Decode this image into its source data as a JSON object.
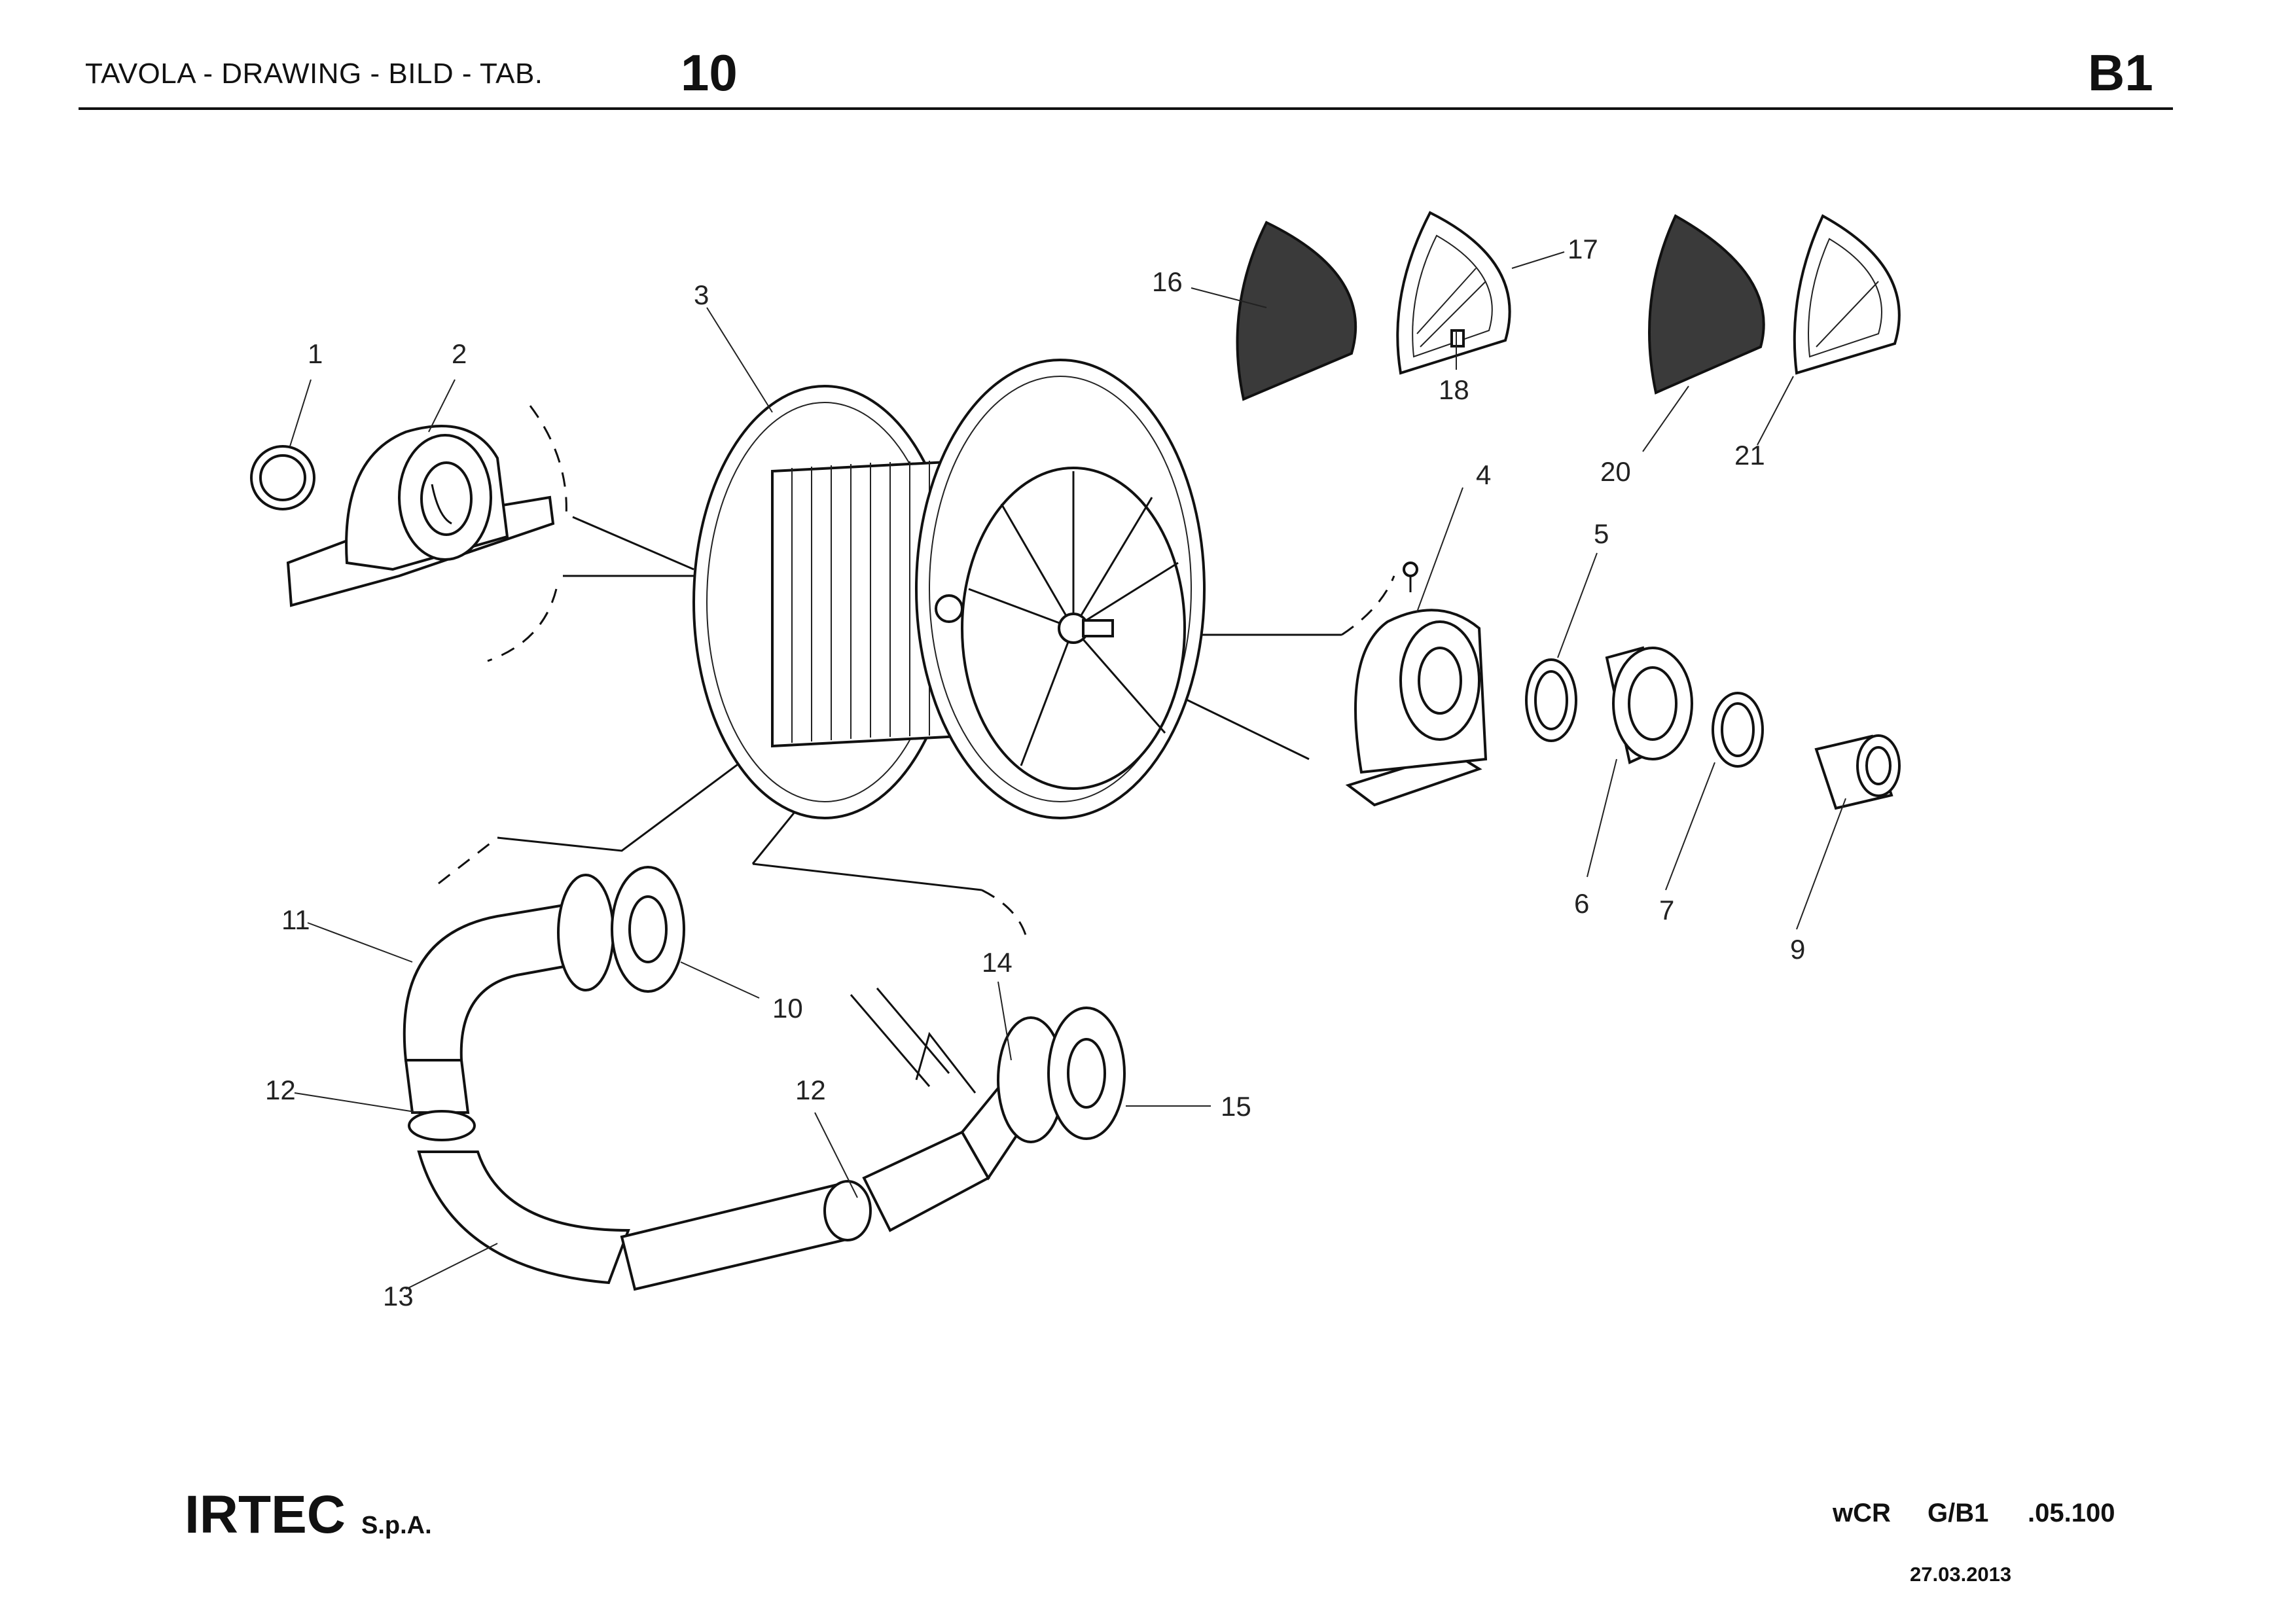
{
  "header": {
    "label": "TAVOLA - DRAWING - BILD - TAB.",
    "drawing_number": "10",
    "sheet": "B1"
  },
  "footer": {
    "company": "IRTEC",
    "company_suffix": "S.p.A.",
    "code_parts": [
      "wCR",
      "G/B1",
      ".05.100"
    ],
    "date": "27.03.2013"
  },
  "callouts": [
    "1",
    "2",
    "3",
    "4",
    "5",
    "6",
    "7",
    "9",
    "10",
    "11",
    "12",
    "12",
    "13",
    "14",
    "15",
    "16",
    "17",
    "18",
    "20",
    "21"
  ]
}
